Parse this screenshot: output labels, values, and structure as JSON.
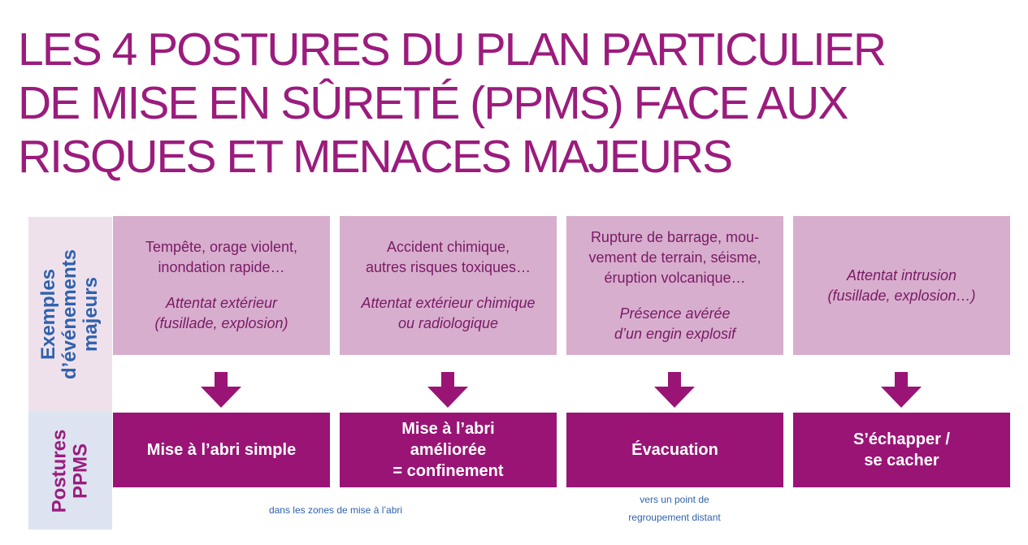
{
  "title": {
    "lines": [
      "LES 4 POSTURES DU PLAN PARTICULIER",
      "DE MISE EN SÛRETÉ (PPMS) FACE AUX",
      "RISQUES ET MENACES MAJEURS"
    ]
  },
  "side_labels": {
    "events": [
      "Exemples",
      "d’événements",
      "majeurs"
    ],
    "postures": [
      "Postures",
      "PPMS"
    ]
  },
  "columns": [
    {
      "events": [
        "Tempête, orage violent,",
        "inondation rapide…"
      ],
      "threats": [
        "Attentat extérieur",
        "(fusillade, explosion)"
      ],
      "posture": [
        "Mise à l’abri simple"
      ]
    },
    {
      "events": [
        "Accident chimique,",
        "autres risques toxiques…"
      ],
      "threats": [
        "Attentat extérieur chimique",
        "ou radiologique"
      ],
      "posture": [
        "Mise à l’abri",
        "améliorée",
        "= confinement"
      ]
    },
    {
      "events": [
        "Rupture de barrage, mou-",
        "vement de terrain, séisme,",
        "éruption volcanique…"
      ],
      "threats": [
        "Présence avérée",
        "d’un engin explosif"
      ],
      "posture": [
        "Évacuation"
      ]
    },
    {
      "events": [],
      "threats": [
        "Attentat intrusion",
        "(fusillade, explosion…)"
      ],
      "posture": [
        "S’échapper /",
        "se cacher"
      ]
    }
  ],
  "notes": {
    "shelter": "dans les zones de mise à l’abri",
    "evacuation": [
      "vers un point de",
      "regroupement distant"
    ]
  },
  "colors": {
    "title": "#9b1c7d",
    "event_box": "#d7aecd",
    "posture_box": "#9a1476",
    "arrow": "#9a1476",
    "label_blue": "#2f62ad"
  },
  "icons": [
    "down-arrow-icon"
  ]
}
